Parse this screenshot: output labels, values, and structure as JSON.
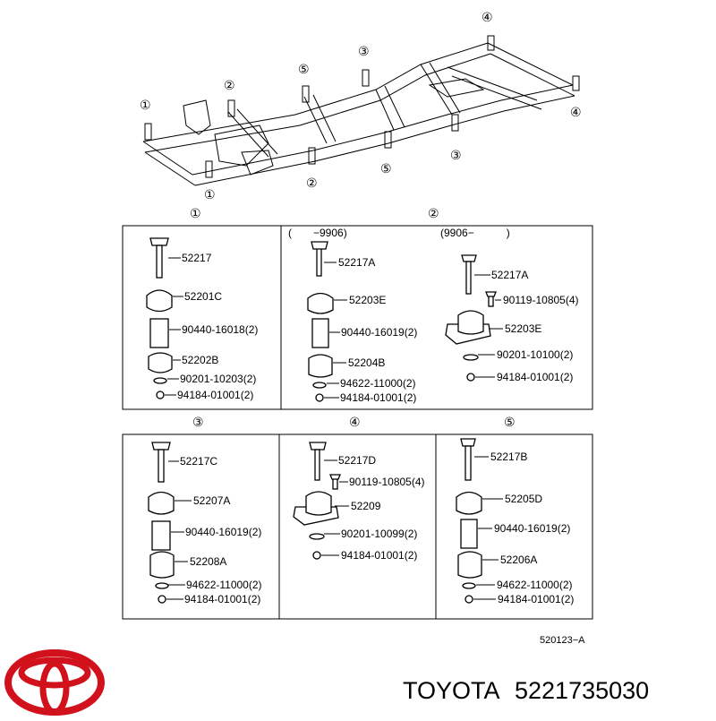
{
  "brand": {
    "name": "TOYOTA",
    "part_number": "5221735030",
    "logo_color": "#d1121c"
  },
  "diagram_code": "520123−A",
  "frame_callouts": [
    "④",
    "③",
    "⑤",
    "②",
    "①",
    "④",
    "①",
    "②",
    "⑤",
    "③"
  ],
  "sections": {
    "s1": {
      "title": "①",
      "parts": [
        "52217",
        "52201C",
        "90440-16018(2)",
        "52202B",
        "90201-10203(2)",
        "94184-01001(2)"
      ]
    },
    "s2": {
      "title": "②",
      "variant_a": {
        "label": "(　　−9906)",
        "parts": [
          "52217A",
          "52203E",
          "90440-16019(2)",
          "52204B",
          "94622-11000(2)",
          "94184-01001(2)"
        ]
      },
      "variant_b": {
        "label": "(9906−　　　)",
        "parts": [
          "52217A",
          "90119-10805(4)",
          "52203E",
          "90201-10100(2)",
          "94184-01001(2)"
        ]
      }
    },
    "s3": {
      "title": "③",
      "parts": [
        "52217C",
        "52207A",
        "90440-16019(2)",
        "52208A",
        "94622-11000(2)",
        "94184-01001(2)"
      ]
    },
    "s4": {
      "title": "④",
      "parts": [
        "52217D",
        "90119-10805(4)",
        "52209",
        "90201-10099(2)",
        "94184-01001(2)"
      ]
    },
    "s5": {
      "title": "⑤",
      "parts": [
        "52217B",
        "52205D",
        "90440-16019(2)",
        "52206A",
        "94622-11000(2)",
        "94184-01001(2)"
      ]
    }
  }
}
